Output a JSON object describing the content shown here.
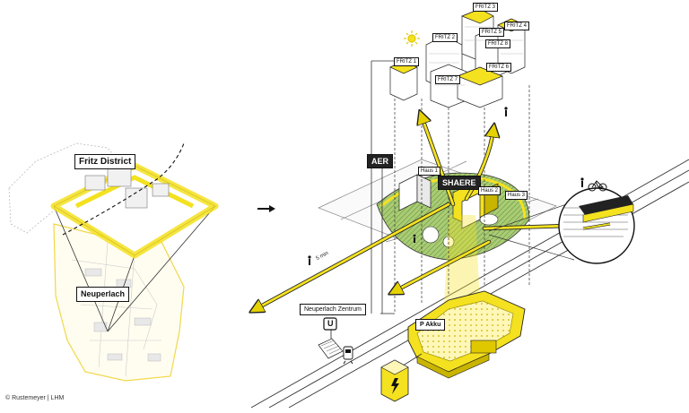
{
  "colors": {
    "accent": "#f4e11f",
    "accent_dark": "#c9b400",
    "green": "#9fc46a",
    "green_hatch": "#5f8a3a",
    "line": "#1a1a1a",
    "grey": "#9a9a9a",
    "ground": "#f7f5e6"
  },
  "labels": {
    "fritz_district": "Fritz District",
    "neuperlach": "Neuperlach",
    "aer": "AER",
    "shaere": "SHAERE",
    "neuperlach_zentrum": "Neuperlach Zentrum",
    "u_bahn": "U",
    "akku": "P Akku",
    "walk_time": "5 min",
    "credit": "© Rustemeyer | LHM"
  },
  "building_tags": [
    "FRITZ 1",
    "FRITZ 2",
    "FRITZ 3",
    "FRITZ 4",
    "FRITZ 5",
    "FRITZ 6",
    "FRITZ 7",
    "FRITZ 8",
    "Haus 1",
    "Haus 2",
    "Haus 3"
  ],
  "icons": [
    "arrow-right-icon",
    "sun-icon",
    "bicycle-icon",
    "pedestrian-icon",
    "lightning-icon",
    "train-icon",
    "ubahn-sign-icon",
    "parking-icon"
  ]
}
